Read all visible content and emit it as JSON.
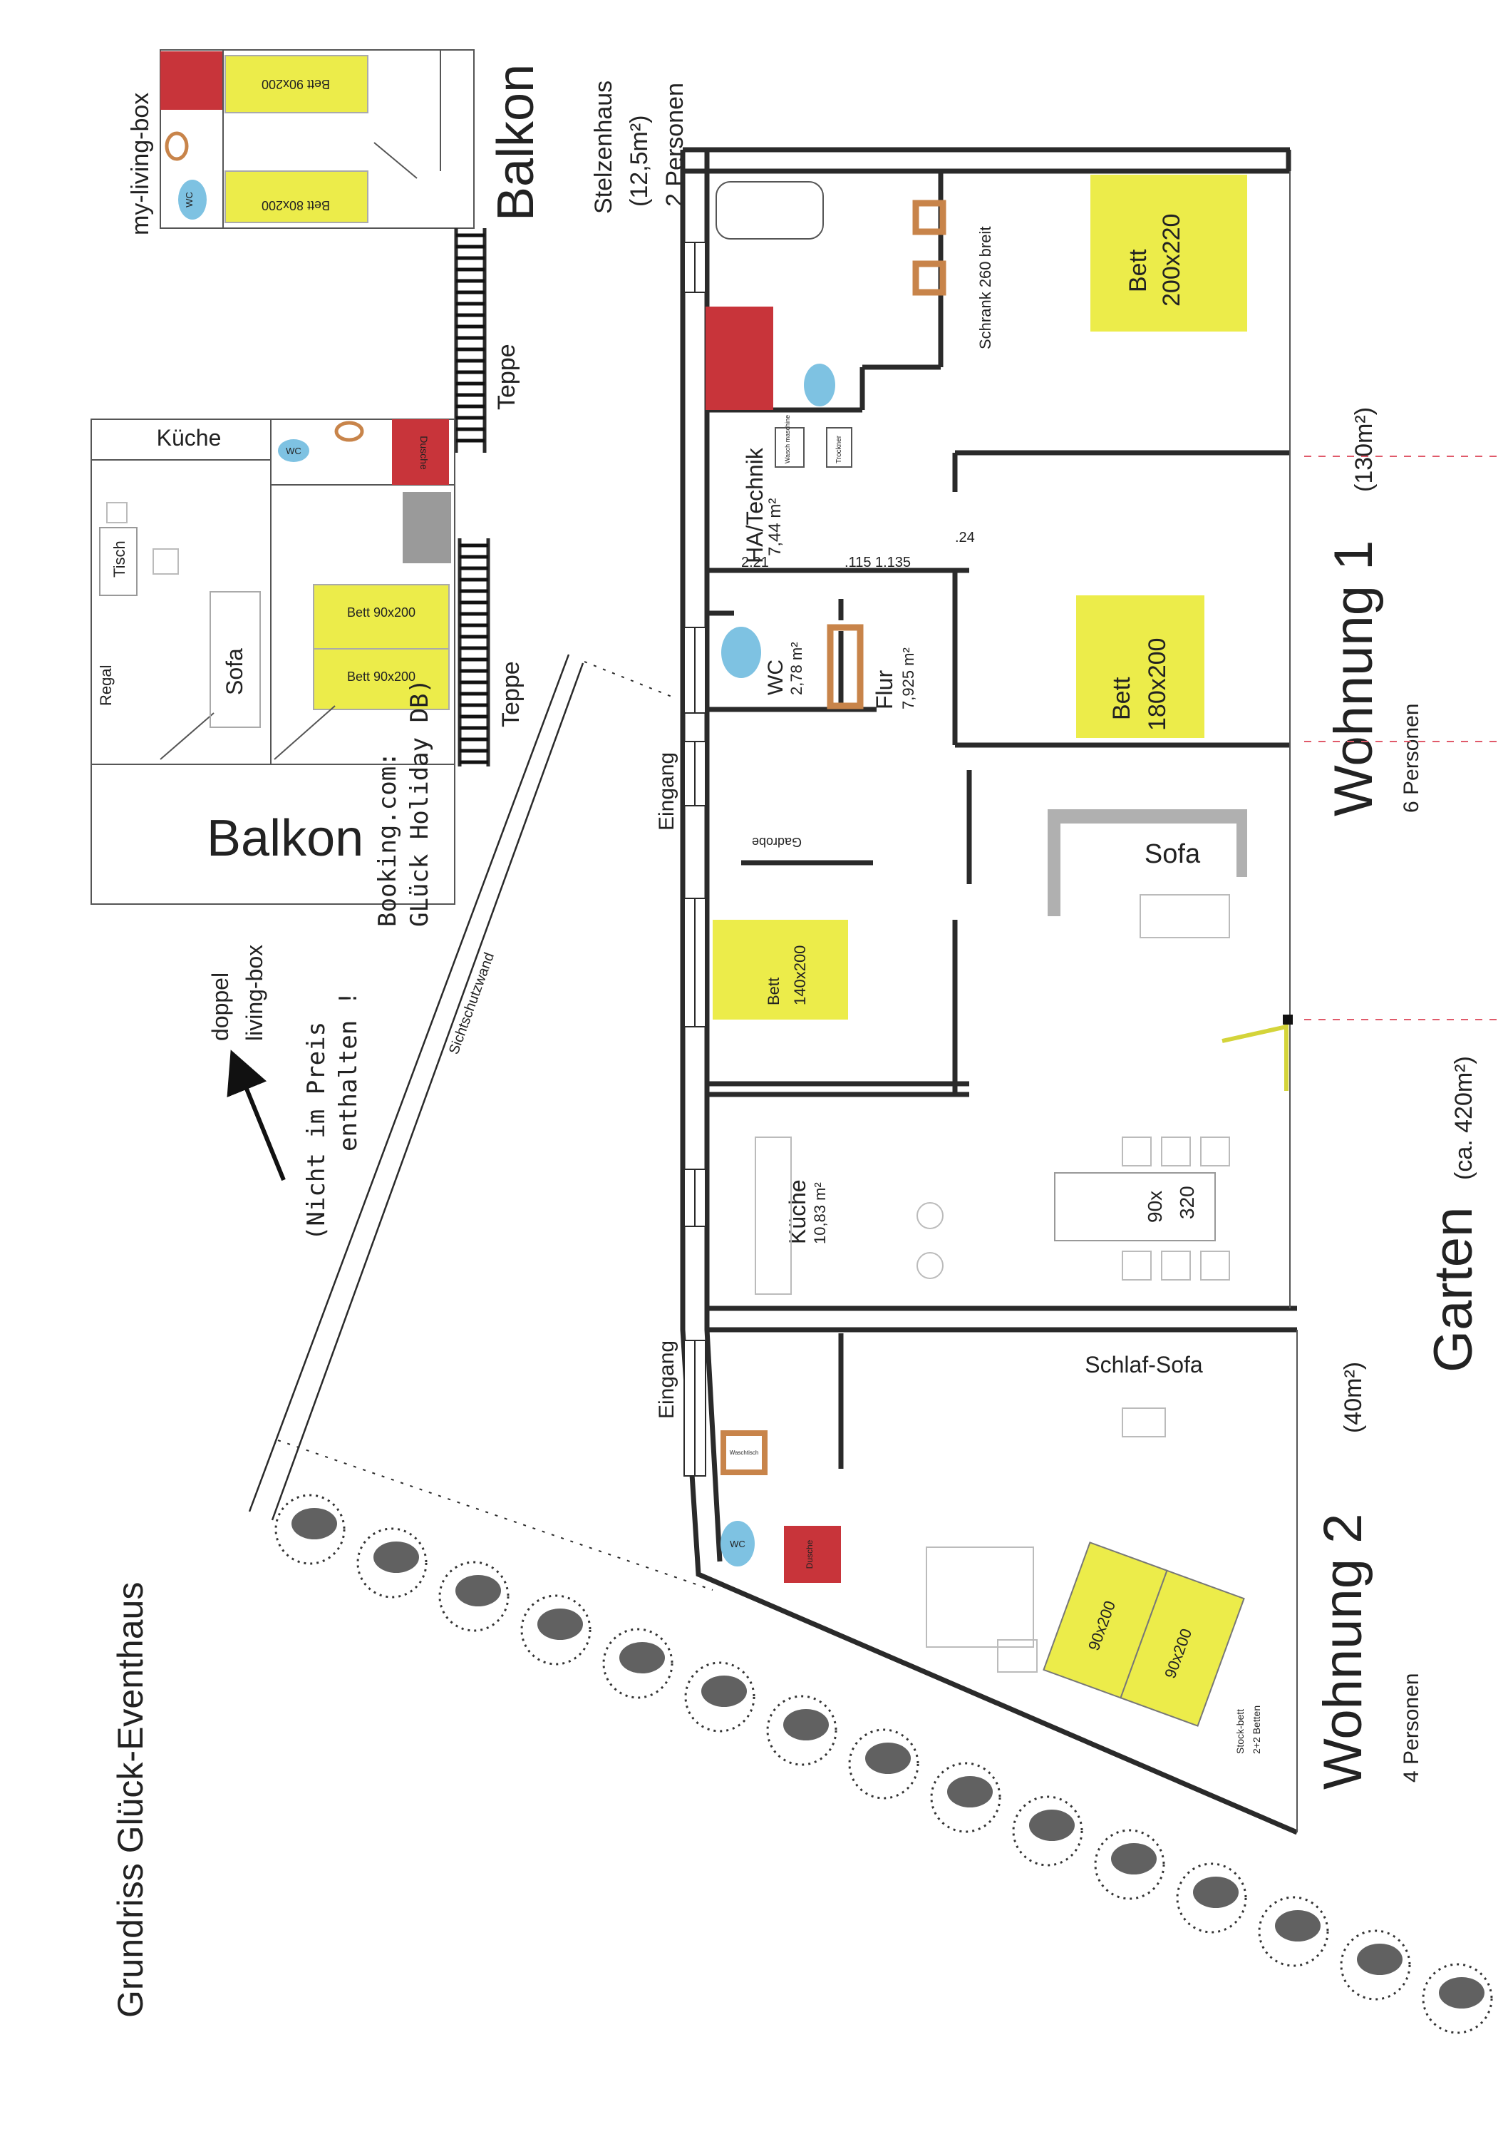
{
  "colors": {
    "bed": "#ecec4a",
    "shower": "#c8343a",
    "wc": "#7ec2e2",
    "wood": "#c8844a",
    "wall": "#2a2a2a",
    "dash_red": "#e05a6a",
    "gray_block": "#9a9a9a"
  },
  "title": "Grundriss Glück-Eventhaus",
  "stelzenhaus": {
    "box_label": "my-living-box",
    "name": "Stelzenhaus",
    "area": "(12,5m²)",
    "persons": "2 Personen",
    "balkon": "Balkon",
    "bed_a": "Bett 90x200",
    "bed_b": "Bett 80x200",
    "wc": "WC",
    "teppe": "Teppe"
  },
  "doppel": {
    "kueche": "Küche",
    "tisch": "Tisch",
    "regal": "Regal",
    "sofa": "Sofa",
    "bed_1": "Bett 90x200",
    "bed_2": "Bett 90x200",
    "wc": "WC",
    "dusche": "Dusche",
    "balkon": "Balkon",
    "teppe": "Teppe",
    "booking_1": "Booking.com:",
    "booking_2": "GLück Holiday DB)",
    "note_1": "(Nicht im Preis",
    "note_2": "enthalten !",
    "box_1": "doppel",
    "box_2": "living-box",
    "sichtschutz": "Sichtschutzwand"
  },
  "haupthaus": {
    "schrank": "Schrank 260 breit",
    "bett_200": "Bett",
    "bett_200_size": "200x220",
    "bett_180": "Bett",
    "bett_180_size": "180x200",
    "bett_140": "Bett",
    "bett_140_size": "140x200",
    "ha_technik": "HA/Technik",
    "ha_area": "7,44 m²",
    "waschmaschine": "Wasch maschine",
    "trockner": "Trockner",
    "dim_1": "2.21",
    "dim_2": ".115 1.135",
    "dim_3": ".24",
    "wc_label": "WC",
    "wc_area": "2,78 m²",
    "flur": "Flur",
    "flur_area": "7,925 m²",
    "eingang_1": "Eingang",
    "eingang_2": "Eingang",
    "garderobe": "Gadrobe",
    "sofa": "Sofa",
    "kueche": "Küche",
    "kueche_area": "10,83 m²",
    "table_1": "90x",
    "table_2": "320",
    "wohnung1": "Wohnung 1",
    "wohnung1_area": "(130m²)",
    "wohnung1_persons": "6 Personen",
    "garten": "Garten",
    "garten_area": "(ca. 420m²)",
    "schlafsofa": "Schlaf-Sofa",
    "waschtisch": "Waschtisch",
    "dusche": "Dusche",
    "wc2": "WC",
    "stock_1": "90x200",
    "stock_2": "90x200",
    "stockbett": "Stock-bett",
    "stockbett_2": "2+2 Betten",
    "wohnung2": "Wohnung 2",
    "wohnung2_area": "(40m²)",
    "wohnung2_persons": "4 Personen"
  }
}
